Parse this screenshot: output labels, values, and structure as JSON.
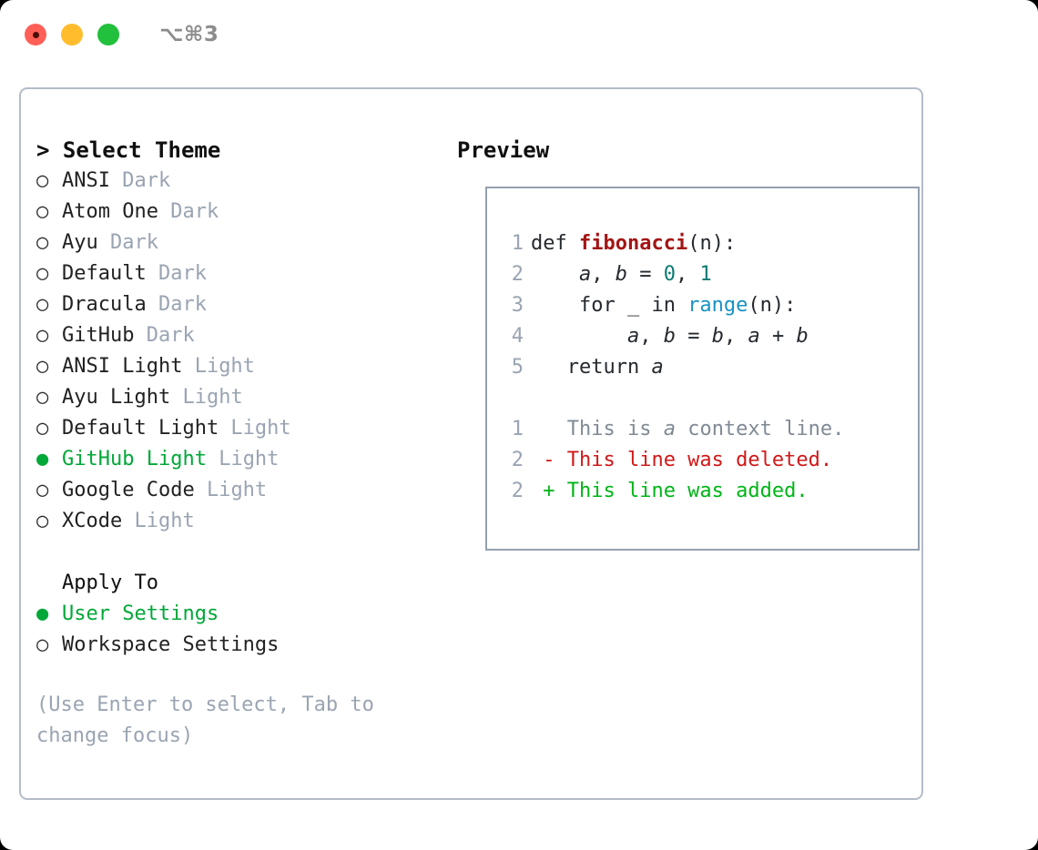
{
  "titlebar": {
    "shortcut": "⌥⌘3",
    "dots": [
      "close-dot",
      "minimize-dot",
      "maximize-dot"
    ]
  },
  "theme_panel": {
    "heading": "> Select Theme",
    "bullet_empty": "○",
    "bullet_filled": "●",
    "items": [
      {
        "label": "ANSI",
        "suffix": " Dark",
        "selected": false
      },
      {
        "label": "Atom One",
        "suffix": " Dark",
        "selected": false
      },
      {
        "label": "Ayu",
        "suffix": " Dark",
        "selected": false
      },
      {
        "label": "Default",
        "suffix": " Dark",
        "selected": false
      },
      {
        "label": "Dracula",
        "suffix": " Dark",
        "selected": false
      },
      {
        "label": "GitHub",
        "suffix": " Dark",
        "selected": false
      },
      {
        "label": "ANSI Light",
        "suffix": " Light",
        "selected": false
      },
      {
        "label": "Ayu Light",
        "suffix": " Light",
        "selected": false
      },
      {
        "label": "Default Light",
        "suffix": " Light",
        "selected": false
      },
      {
        "label": "GitHub Light",
        "suffix": " Light",
        "selected": true
      },
      {
        "label": "Google Code",
        "suffix": " Light",
        "selected": false
      },
      {
        "label": "XCode",
        "suffix": " Light",
        "selected": false
      }
    ]
  },
  "apply_to": {
    "heading": "Apply To",
    "items": [
      {
        "label": "User Settings",
        "selected": true
      },
      {
        "label": "Workspace Settings",
        "selected": false
      }
    ]
  },
  "hint": "(Use Enter to select, Tab to change focus)",
  "preview": {
    "heading": "Preview",
    "code_lines": [
      {
        "no": "1",
        "tokens": [
          {
            "t": "def ",
            "k": "plain"
          },
          {
            "t": "fibonacci",
            "k": "fn"
          },
          {
            "t": "(n):",
            "k": "plain"
          }
        ]
      },
      {
        "no": "2",
        "tokens": [
          {
            "t": "    ",
            "k": "plain"
          },
          {
            "t": "a",
            "k": "var"
          },
          {
            "t": ", ",
            "k": "plain"
          },
          {
            "t": "b",
            "k": "var"
          },
          {
            "t": " = ",
            "k": "plain"
          },
          {
            "t": "0",
            "k": "num"
          },
          {
            "t": ", ",
            "k": "plain"
          },
          {
            "t": "1",
            "k": "num"
          }
        ]
      },
      {
        "no": "3",
        "tokens": [
          {
            "t": "    for _ in ",
            "k": "plain"
          },
          {
            "t": "range",
            "k": "builtin"
          },
          {
            "t": "(n):",
            "k": "plain"
          }
        ]
      },
      {
        "no": "4",
        "tokens": [
          {
            "t": "        ",
            "k": "plain"
          },
          {
            "t": "a",
            "k": "var"
          },
          {
            "t": ", ",
            "k": "plain"
          },
          {
            "t": "b",
            "k": "var"
          },
          {
            "t": " = ",
            "k": "plain"
          },
          {
            "t": "b",
            "k": "var"
          },
          {
            "t": ", ",
            "k": "plain"
          },
          {
            "t": "a",
            "k": "var"
          },
          {
            "t": " + ",
            "k": "plain"
          },
          {
            "t": "b",
            "k": "var"
          }
        ]
      },
      {
        "no": "5",
        "tokens": [
          {
            "t": "   return ",
            "k": "plain"
          },
          {
            "t": "a",
            "k": "var"
          }
        ]
      },
      {
        "no": "",
        "tokens": [
          {
            "t": " ",
            "k": "plain"
          }
        ]
      },
      {
        "no": "1",
        "tokens": [
          {
            "t": "   This is ",
            "k": "ctx"
          },
          {
            "t": "a",
            "k": "ctx-var"
          },
          {
            "t": " context line.",
            "k": "ctx"
          }
        ]
      },
      {
        "no": "2",
        "tokens": [
          {
            "t": " - This line was deleted.",
            "k": "del"
          }
        ]
      },
      {
        "no": "2",
        "tokens": [
          {
            "t": " + This line was added.",
            "k": "add"
          }
        ]
      }
    ]
  },
  "colors": {
    "accent_green": "#00a838",
    "muted": "#9aa4b2",
    "border": "#b3bcc8",
    "preview_border": "#94a0ae",
    "diff_delete": "#d01919",
    "diff_add": "#00b517",
    "token_function": "#a31515",
    "token_number": "#0b7a73",
    "token_builtin": "#1a91c4"
  }
}
